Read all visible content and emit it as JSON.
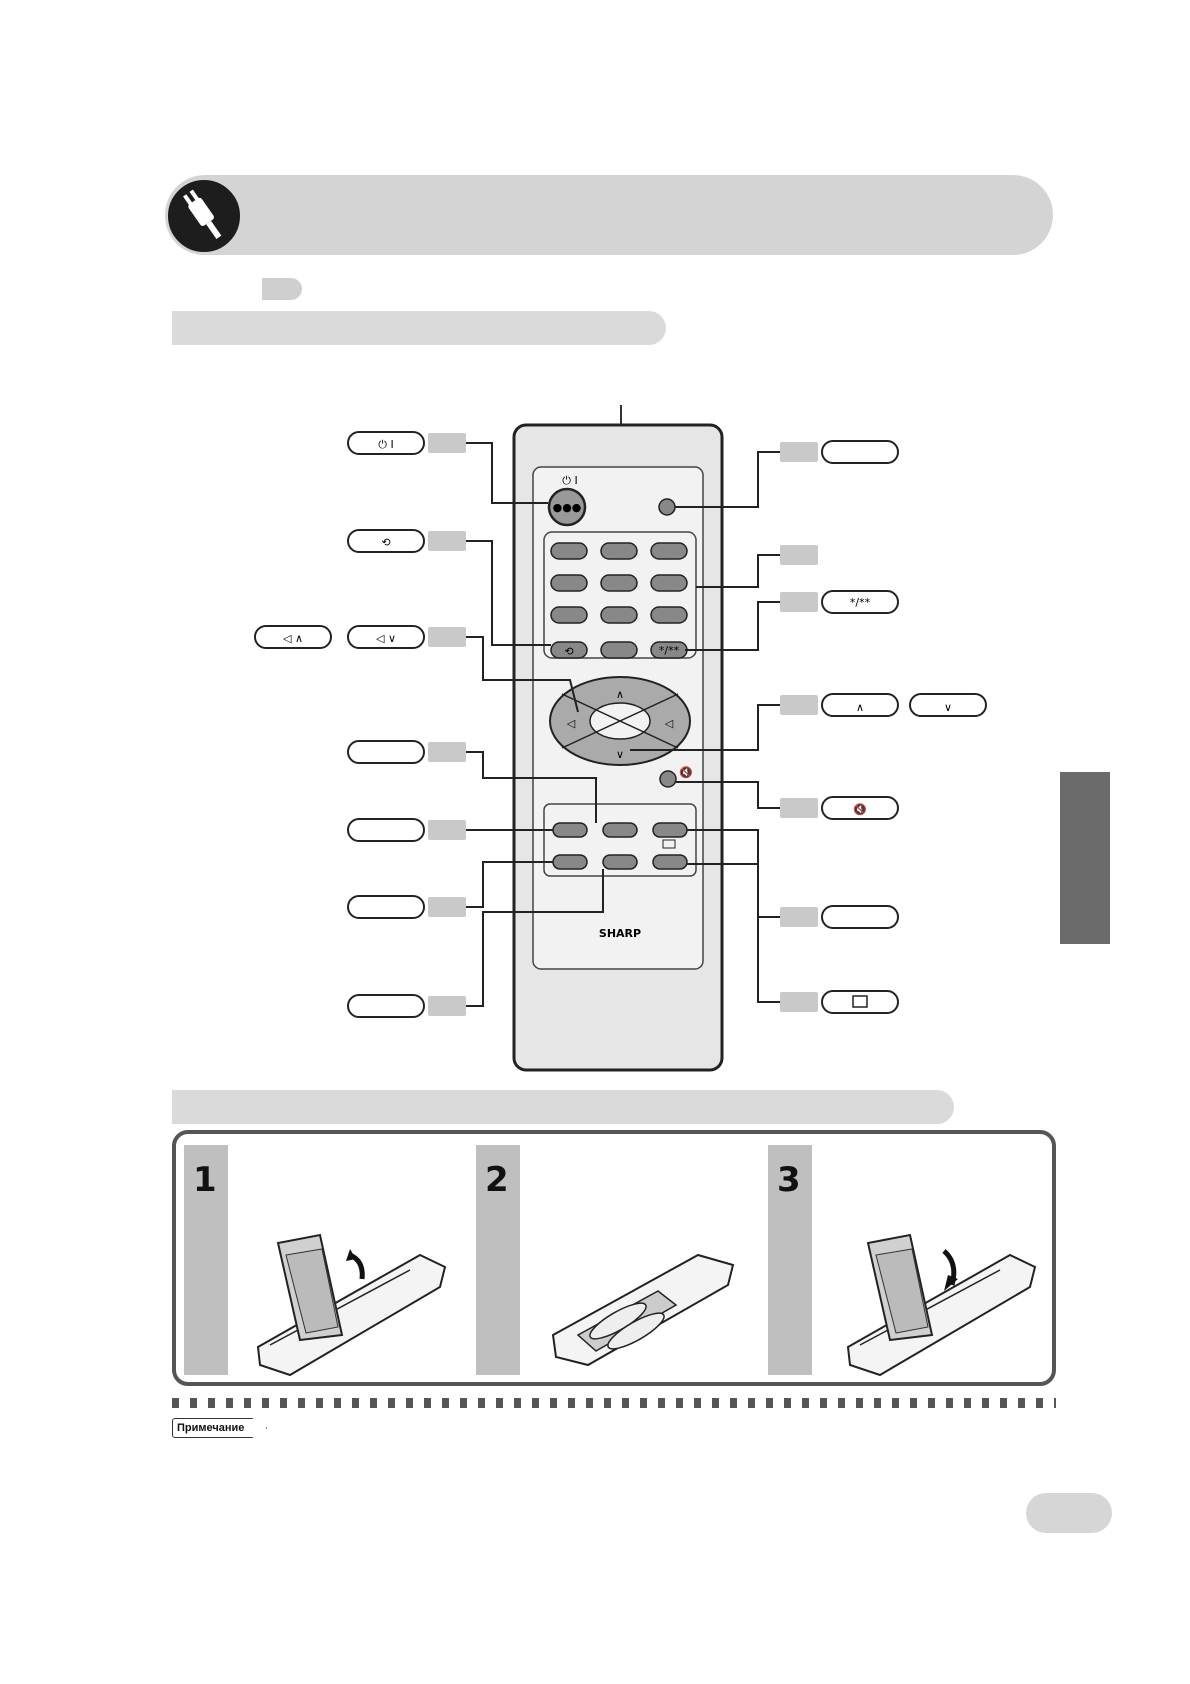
{
  "header": {
    "icon": "plug-icon"
  },
  "remote": {
    "brand": "SHARP",
    "buttons": {
      "power": "⏻ I",
      "flashback": "⟲",
      "mode": "*/**"
    }
  },
  "callouts": {
    "left": [
      "⏻ I",
      "⟲",
      "◁∧ ◁∨",
      "",
      "",
      "",
      ""
    ],
    "right": [
      "",
      "",
      "*/**",
      "∧ ∨",
      "mute",
      "",
      "screen"
    ]
  },
  "battery_steps": [
    {
      "number": "1"
    },
    {
      "number": "2"
    },
    {
      "number": "3"
    }
  ],
  "note_label": "Примечание",
  "colors": {
    "band": "#d4d4d4",
    "dark": "#1d1d1d",
    "tab": "#6b6b6b",
    "button": "#888888"
  }
}
